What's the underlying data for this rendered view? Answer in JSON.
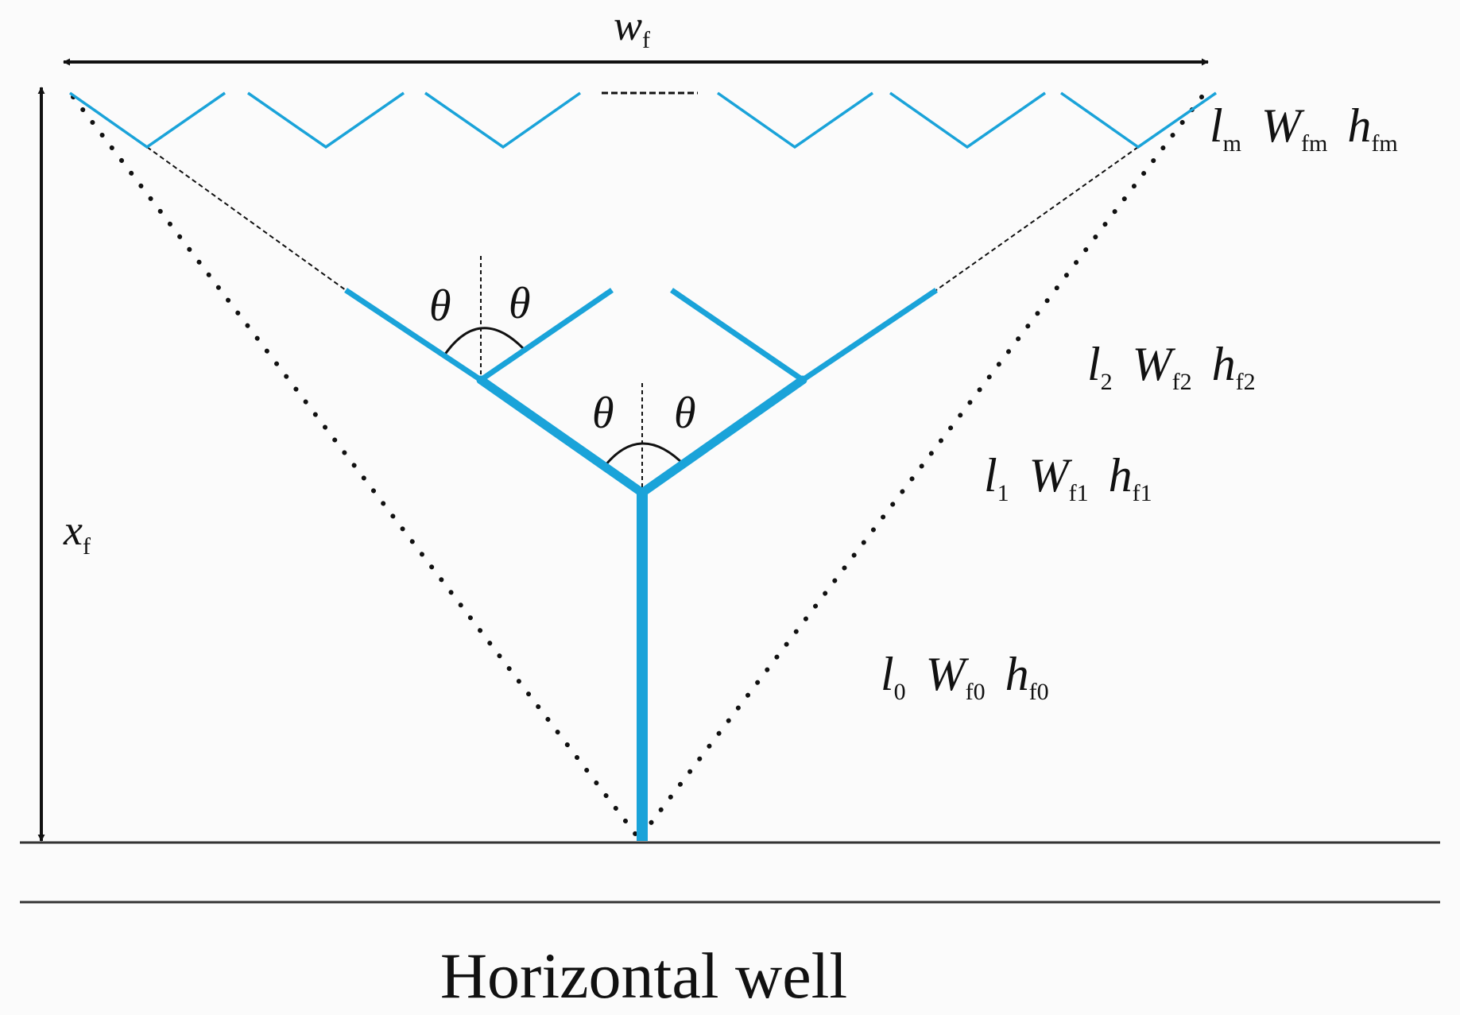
{
  "colors": {
    "fracture": "#1aa3d9",
    "ink": "#111111",
    "background": "#fbfbfb"
  },
  "labels": {
    "width": {
      "main": "w",
      "sub": "f"
    },
    "length": {
      "main": "x",
      "sub": "f"
    },
    "theta": "θ",
    "well": "Horizontal well",
    "level_m": {
      "l": "l",
      "l_sub": "m",
      "W": "W",
      "W_sub": "fm",
      "h": "h",
      "h_sub": "fm"
    },
    "level_2": {
      "l": "l",
      "l_sub": "2",
      "W": "W",
      "W_sub": "f2",
      "h": "h",
      "h_sub": "f2"
    },
    "level_1": {
      "l": "l",
      "l_sub": "1",
      "W": "W",
      "W_sub": "f1",
      "h": "h",
      "h_sub": "f1"
    },
    "level_0": {
      "l": "l",
      "l_sub": "0",
      "W": "W",
      "W_sub": "f0",
      "h": "h",
      "h_sub": "f0"
    }
  }
}
